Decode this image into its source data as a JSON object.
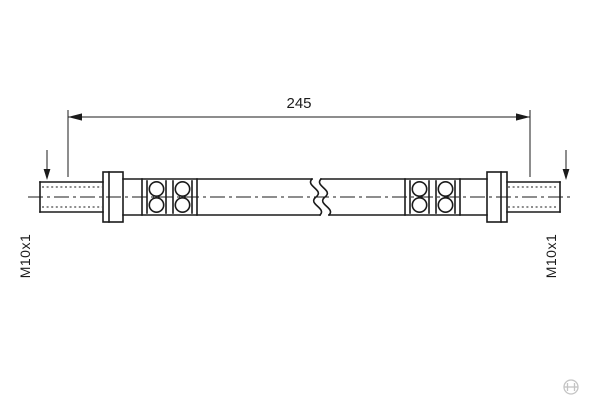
{
  "drawing": {
    "dimension_label": "245",
    "thread_label_left": "M10x1",
    "thread_label_right": "M10x1"
  },
  "icons": {
    "logo_mark": "circle-armature-icon"
  },
  "colors": {
    "line": "#1b1b1b",
    "background": "#ffffff",
    "logo_mark": "#c4c4c4"
  }
}
